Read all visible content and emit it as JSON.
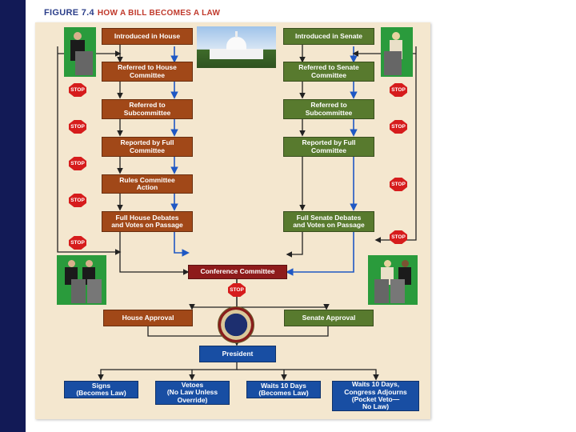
{
  "figure": {
    "label": "FIGURE 7.4",
    "title": "HOW A BILL BECOMES A LAW"
  },
  "house": {
    "steps": [
      "Introduced in House",
      "Referred to House\nCommittee",
      "Referred to\nSubcommittee",
      "Reported by Full\nCommittee",
      "Rules Committee\nAction",
      "Full House Debates\nand Votes on Passage"
    ],
    "approval": "House Approval"
  },
  "senate": {
    "steps": [
      "Introduced in Senate",
      "Referred to Senate\nCommittee",
      "Referred to\nSubcommittee",
      "Reported by Full\nCommittee",
      "Full Senate Debates\nand Votes on Passage"
    ],
    "approval": "Senate Approval"
  },
  "conference": "Conference Committee",
  "president": "President",
  "outcomes": [
    "Signs\n(Becomes Law)",
    "Vetoes\n(No Law Unless\nOverride)",
    "Waits 10 Days\n(Becomes Law)",
    "Waits 10 Days,\nCongress Adjourns\n(Pocket Veto—\nNo Law)"
  ],
  "stop_label": "STOP",
  "colors": {
    "house": "#a14818",
    "senate": "#587a2e",
    "conference": "#8e1b1b",
    "president": "#184ea3",
    "flow_blue": "#1f58c4",
    "flow_dark": "#222222",
    "stop": "#d61c1c",
    "panel": "#f4e7cf"
  },
  "icons": [
    "capitol-image",
    "presidential-seal",
    "stop-sign-icon",
    "speaker-at-podium"
  ]
}
